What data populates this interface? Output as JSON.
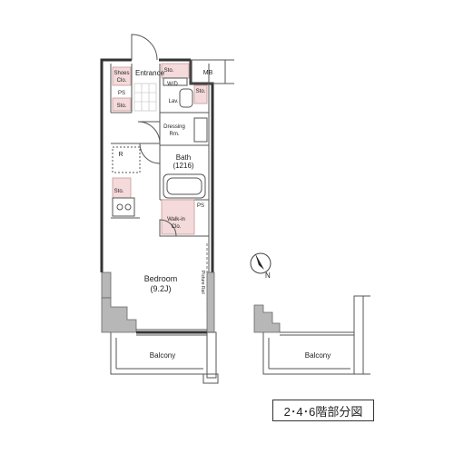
{
  "rooms": {
    "entrance": "Entrance",
    "mb": "MB",
    "shoes_1": "Shoes",
    "shoes_2": "Clo.",
    "ps_top": "PS",
    "sto_left": "Sto.",
    "sto_top": "Sto.",
    "wd": "W/D",
    "lav": "Lav.",
    "sto_right": "Sto.",
    "dressing_1": "Dressing",
    "dressing_2": "Rm.",
    "r": "R",
    "bath_1": "Bath",
    "bath_2": "(1216)",
    "sto_kitchen": "Sto.",
    "ps_right": "PS",
    "walkin_1": "Walk-in",
    "walkin_2": "Clo.",
    "bedroom_1": "Bedroom",
    "bedroom_2": "(9.2J)",
    "picture_rail": "Picture Rail",
    "balcony_main": "Balcony",
    "balcony_alt": "Balcony"
  },
  "compass": {
    "label": "N"
  },
  "floor_label": "2･4･6階部分図"
}
